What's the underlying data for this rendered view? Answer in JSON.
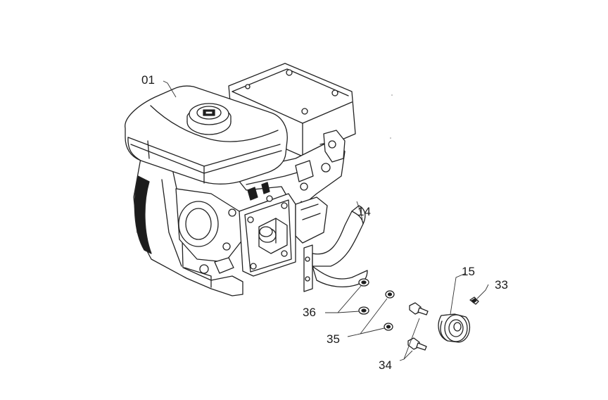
{
  "callouts": {
    "c01": "01",
    "c14": "14",
    "c15": "15",
    "c33": "33",
    "c34": "34",
    "c35": "35",
    "c36": "36"
  },
  "colors": {
    "line": "#222222",
    "background": "#ffffff"
  }
}
